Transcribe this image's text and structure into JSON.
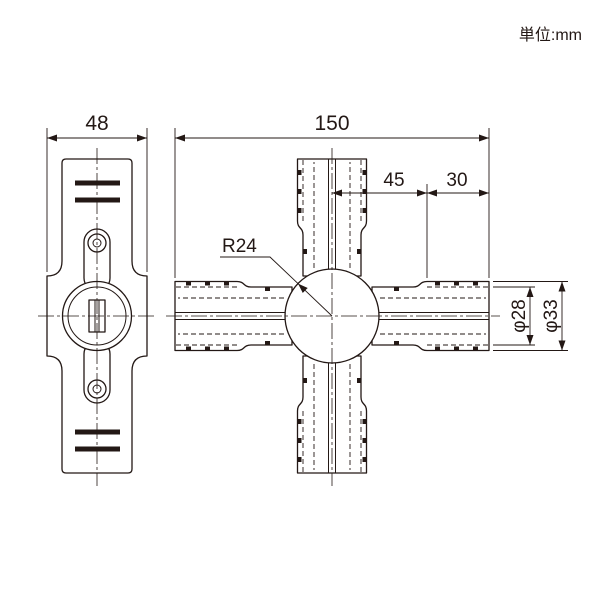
{
  "unit_label": "単位:mm",
  "side_view": {
    "width_dimension": "48"
  },
  "front_view": {
    "overall_length_dimension": "150",
    "center_to_socket_dimension": "45",
    "socket_length_dimension": "30",
    "hub_radius_label": "R24",
    "pipe_diameter_label": "φ28",
    "socket_diameter_label": "φ33"
  },
  "colors": {
    "ink": "#231815",
    "background": "#ffffff"
  }
}
